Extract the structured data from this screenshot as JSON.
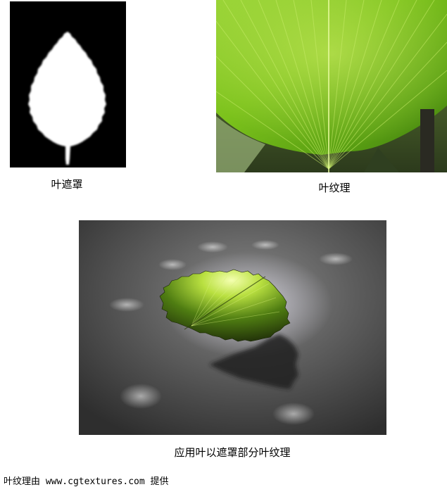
{
  "figures": {
    "mask": {
      "caption": "叶遮罩"
    },
    "texture": {
      "caption": "叶纹理"
    },
    "result": {
      "caption": "应用叶以遮罩部分叶纹理"
    }
  },
  "credit": "叶纹理由 www.cgtextures.com 提供"
}
